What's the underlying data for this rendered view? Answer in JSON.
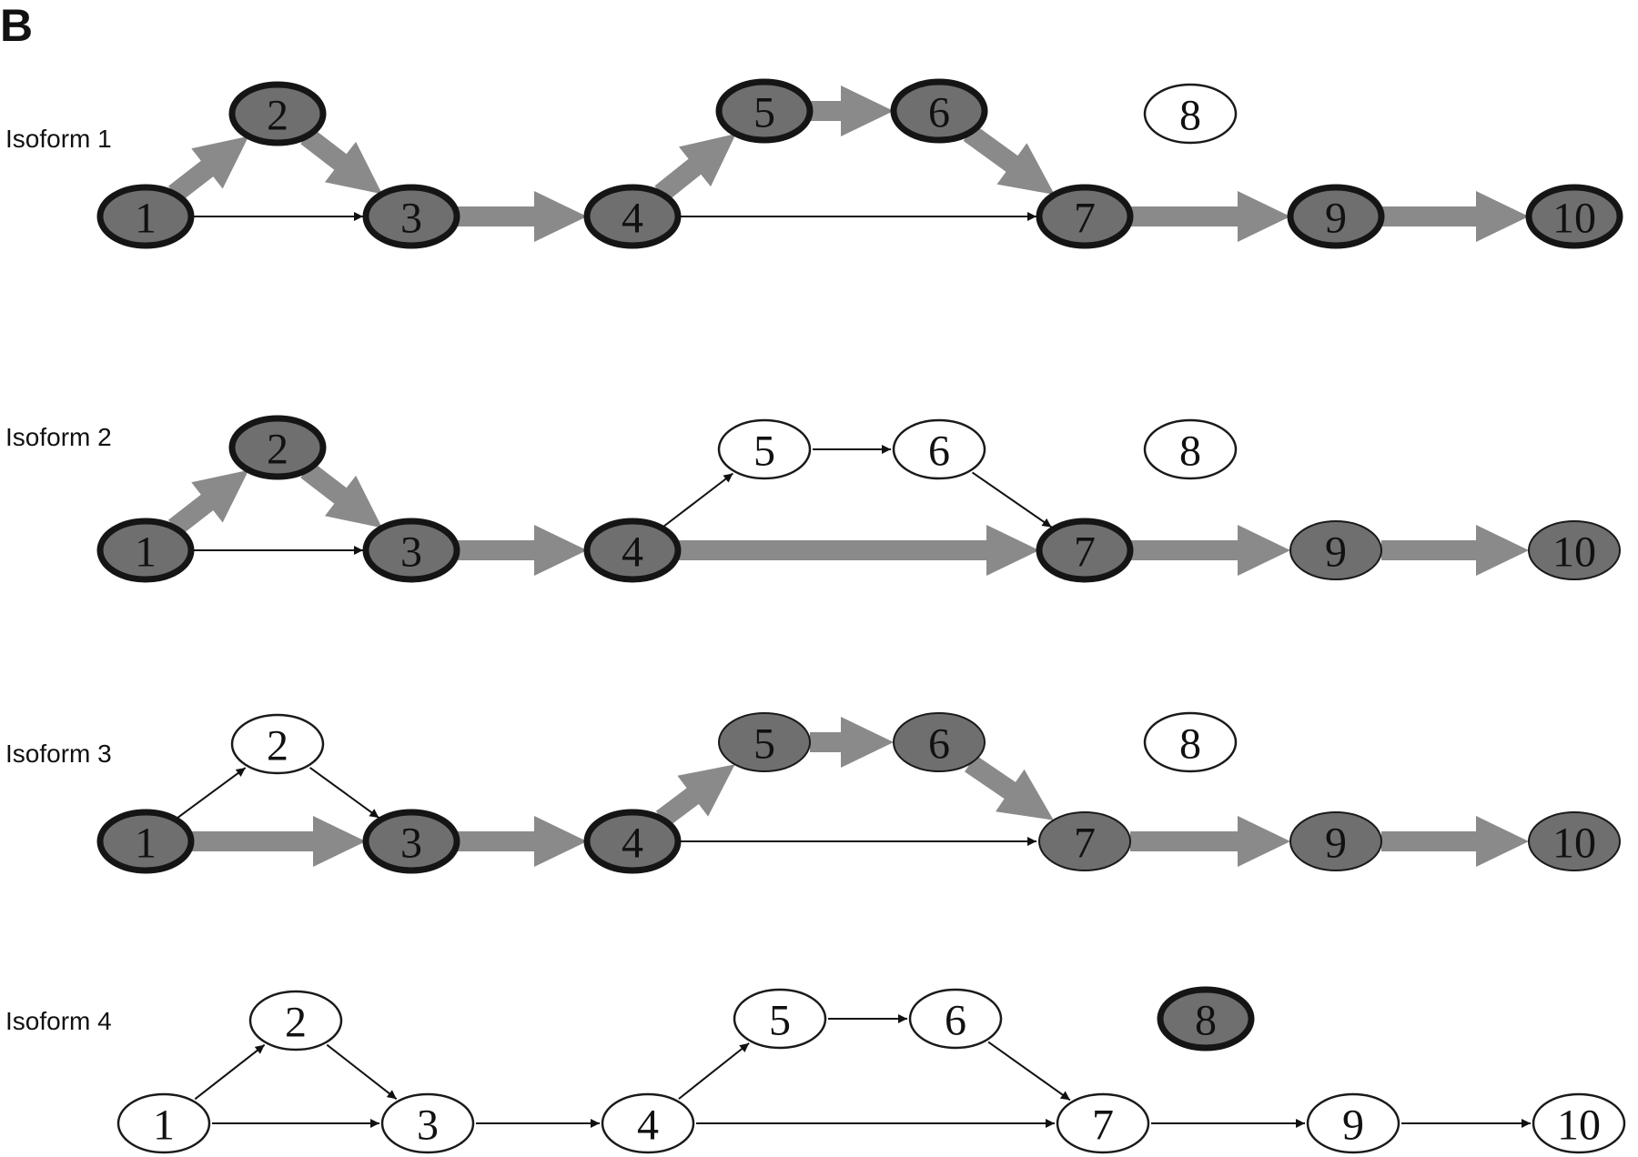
{
  "panel_label": "B",
  "colors": {
    "included_fill": "#6f6f6f",
    "included_bold_stroke": "#151515",
    "excluded_fill": "#ffffff",
    "node_stroke": "#1a1a1a",
    "thick_edge": "#8a8a8a",
    "thin_edge": "#111111"
  },
  "node_names": [
    "1",
    "2",
    "3",
    "4",
    "5",
    "6",
    "7",
    "8",
    "9",
    "10"
  ],
  "edges": [
    [
      "1",
      "2"
    ],
    [
      "2",
      "3"
    ],
    [
      "1",
      "3"
    ],
    [
      "3",
      "4"
    ],
    [
      "4",
      "5"
    ],
    [
      "5",
      "6"
    ],
    [
      "6",
      "7"
    ],
    [
      "4",
      "7"
    ],
    [
      "7",
      "9"
    ],
    [
      "9",
      "10"
    ]
  ],
  "isoforms": [
    {
      "label": "Isoform 1",
      "nodes": {
        "1": "bold",
        "2": "bold",
        "3": "bold",
        "4": "bold",
        "5": "bold",
        "6": "bold",
        "7": "bold",
        "8": "white",
        "9": "bold",
        "10": "bold"
      },
      "thick_edges": [
        [
          "1",
          "2"
        ],
        [
          "2",
          "3"
        ],
        [
          "3",
          "4"
        ],
        [
          "4",
          "5"
        ],
        [
          "5",
          "6"
        ],
        [
          "6",
          "7"
        ],
        [
          "7",
          "9"
        ],
        [
          "9",
          "10"
        ]
      ]
    },
    {
      "label": "Isoform 2",
      "nodes": {
        "1": "bold",
        "2": "bold",
        "3": "bold",
        "4": "bold",
        "5": "white",
        "6": "white",
        "7": "bold",
        "8": "white",
        "9": "gray",
        "10": "gray"
      },
      "thick_edges": [
        [
          "1",
          "2"
        ],
        [
          "2",
          "3"
        ],
        [
          "3",
          "4"
        ],
        [
          "4",
          "7"
        ],
        [
          "7",
          "9"
        ],
        [
          "9",
          "10"
        ]
      ]
    },
    {
      "label": "Isoform 3",
      "nodes": {
        "1": "bold",
        "2": "white",
        "3": "bold",
        "4": "bold",
        "5": "gray",
        "6": "gray",
        "7": "gray",
        "8": "white",
        "9": "gray",
        "10": "gray"
      },
      "thick_edges": [
        [
          "1",
          "3"
        ],
        [
          "3",
          "4"
        ],
        [
          "4",
          "5"
        ],
        [
          "5",
          "6"
        ],
        [
          "6",
          "7"
        ],
        [
          "7",
          "9"
        ],
        [
          "9",
          "10"
        ]
      ]
    },
    {
      "label": "Isoform 4",
      "nodes": {
        "1": "white",
        "2": "white",
        "3": "white",
        "4": "white",
        "5": "white",
        "6": "white",
        "7": "white",
        "8": "bold",
        "9": "white",
        "10": "white"
      },
      "thick_edges": []
    }
  ]
}
